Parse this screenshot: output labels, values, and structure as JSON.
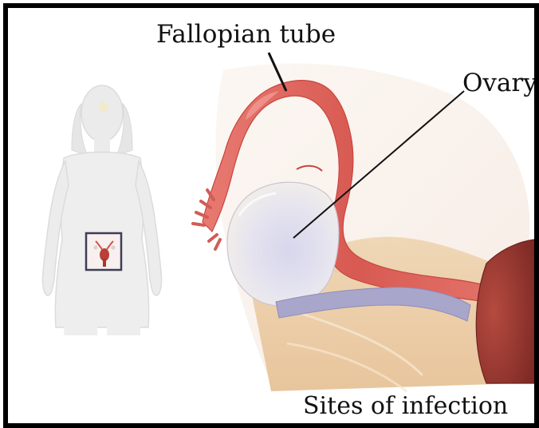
{
  "labels": {
    "fallopian_tube": "Fallopian tube",
    "ovary": "Ovary",
    "caption": "Sites of infection"
  },
  "colors": {
    "border": "#000000",
    "background": "#ffffff",
    "body_silhouette": "#ececec",
    "tube": "#e0685f",
    "ovary": "#e4e2ee",
    "ligament": "#ecc9a0",
    "uterus": "#9a3a33",
    "inset_box": "#3d3d55"
  },
  "icons": {
    "figure": "female-body-silhouette",
    "inset": "reproductive-organs-inset"
  }
}
